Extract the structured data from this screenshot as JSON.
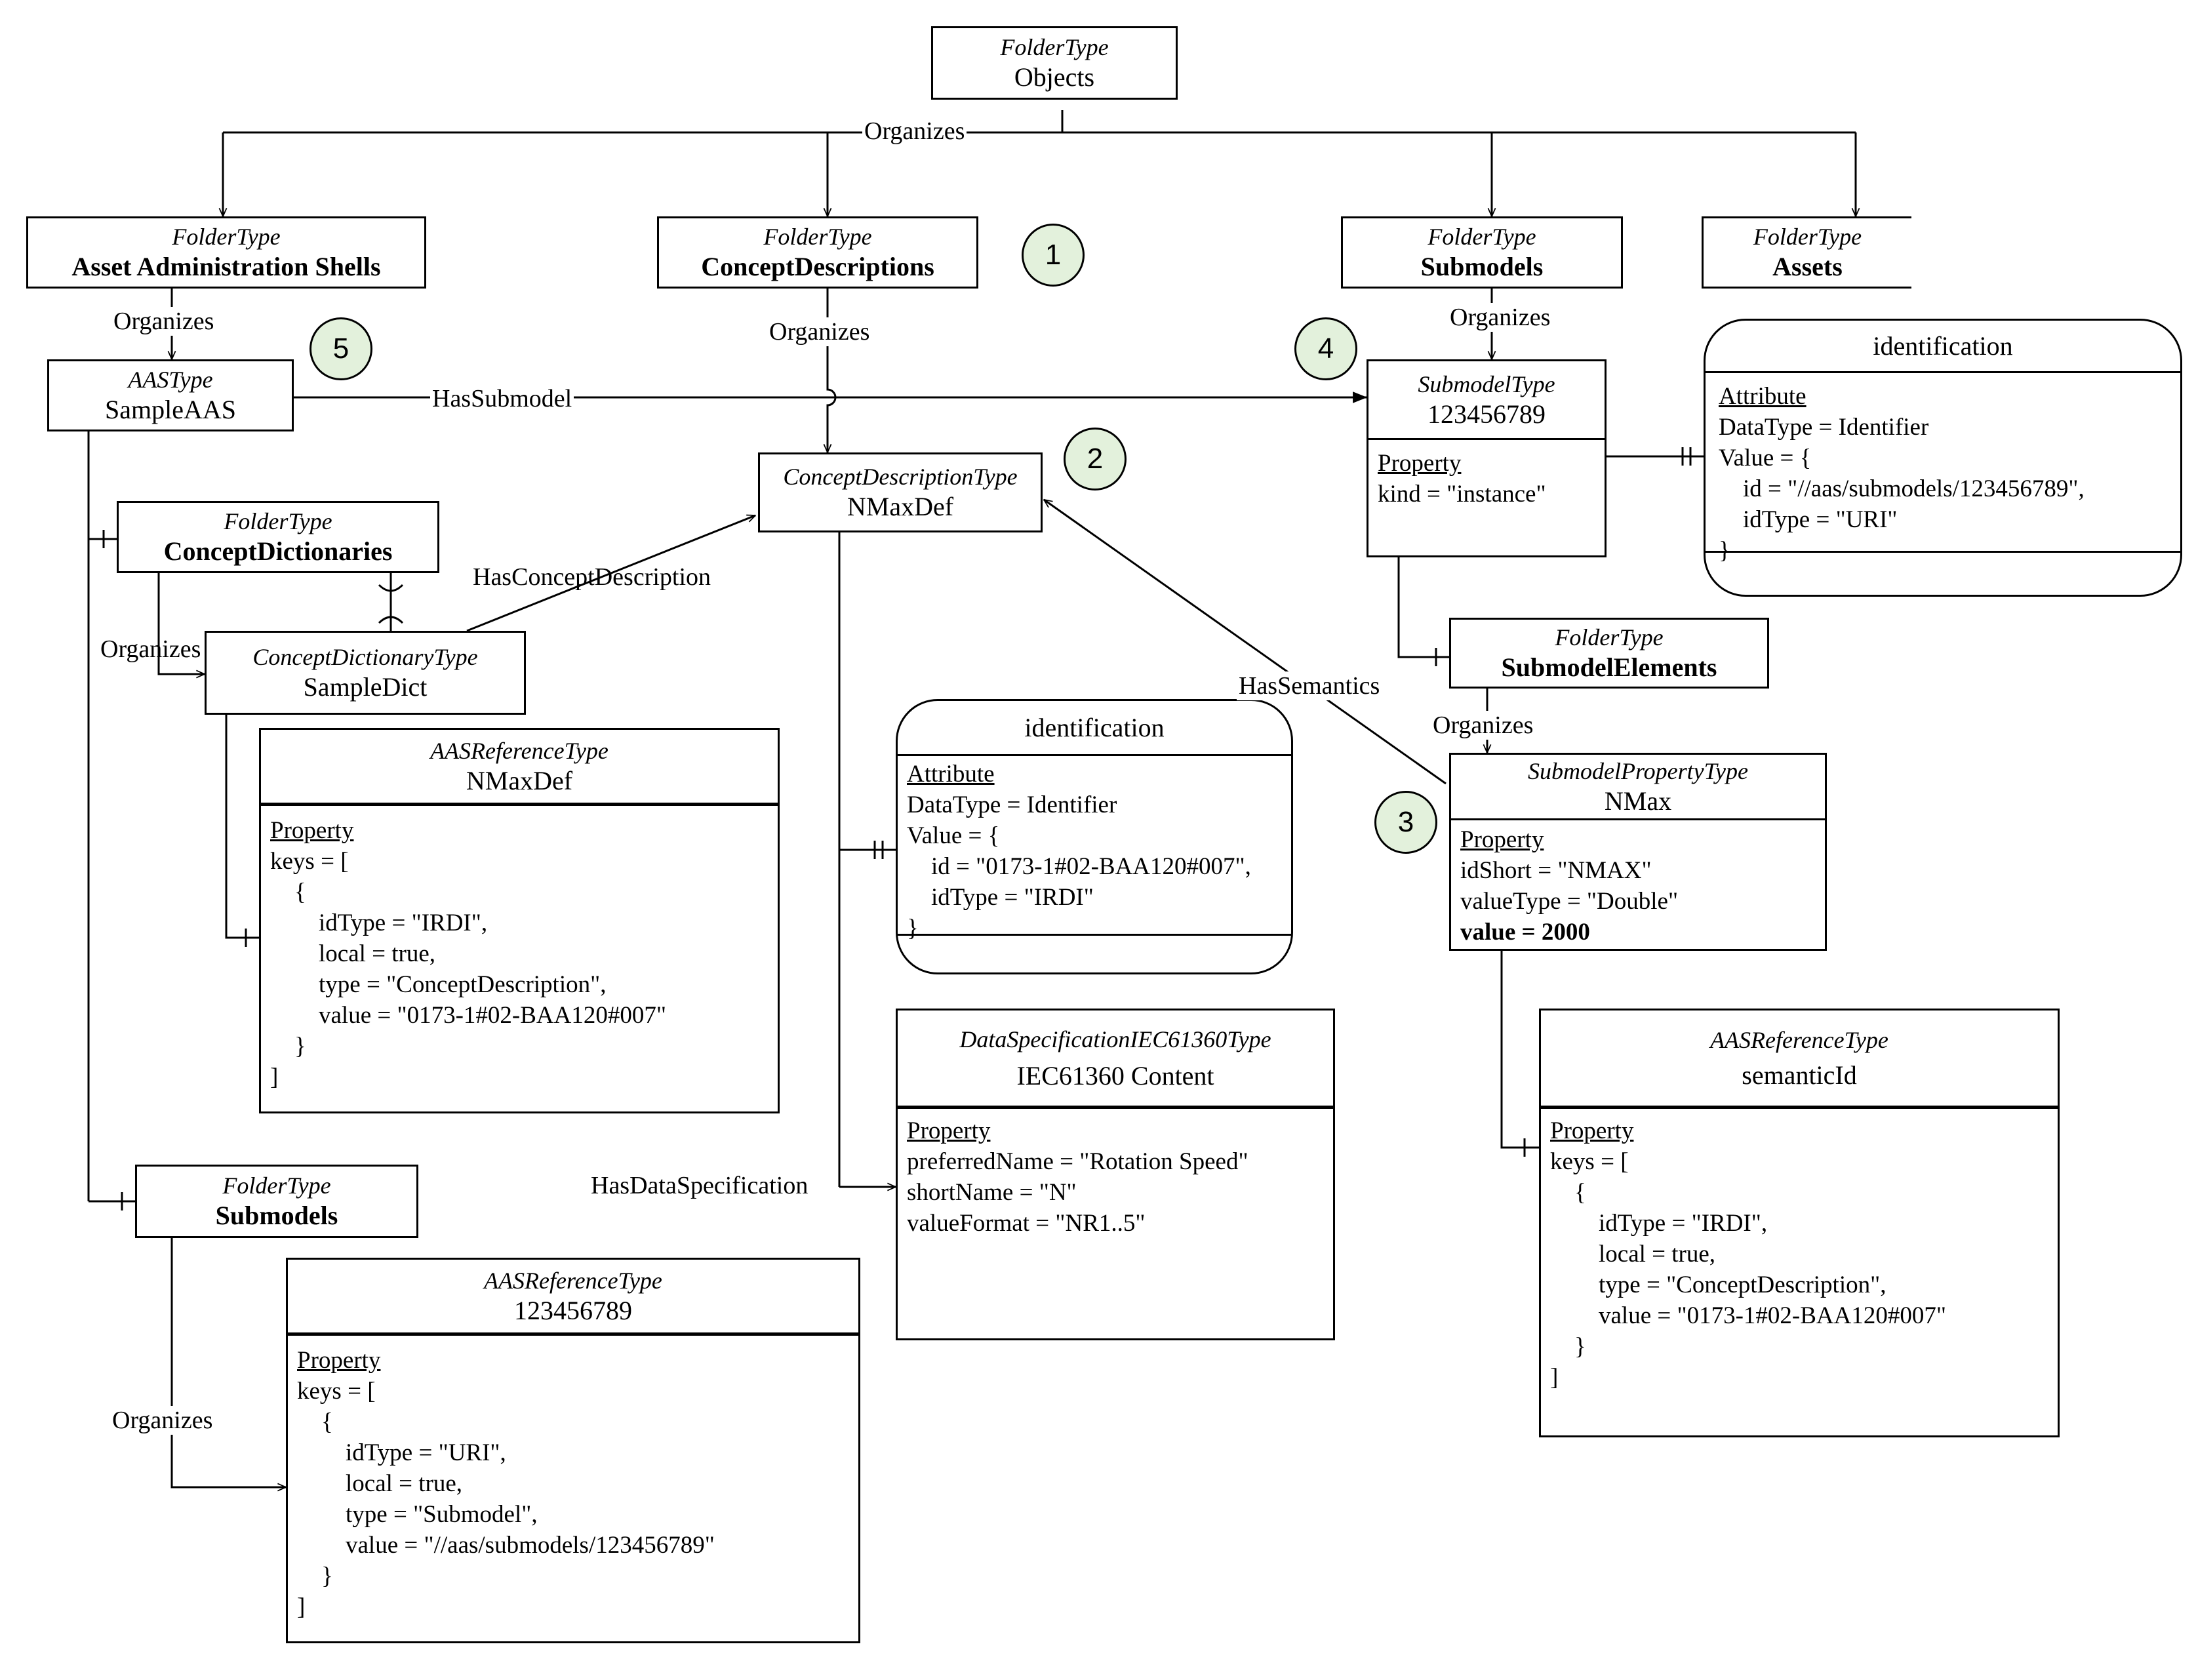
{
  "folder_type": "FolderType",
  "nodes": {
    "objects": {
      "type": "FolderType",
      "name": "Objects"
    },
    "aas_folder": {
      "type": "FolderType",
      "name": "Asset Administration Shells"
    },
    "cd_folder": {
      "type": "FolderType",
      "name": "ConceptDescriptions"
    },
    "sm_folder": {
      "type": "FolderType",
      "name": "Submodels"
    },
    "assets_folder": {
      "type": "FolderType",
      "name": "Assets"
    },
    "sample_aas": {
      "type": "AASType",
      "name": "SampleAAS"
    },
    "cdict_folder": {
      "type": "FolderType",
      "name": "ConceptDictionaries"
    },
    "sample_dict": {
      "type": "ConceptDictionaryType",
      "name": "SampleDict"
    },
    "nmaxdef": {
      "type": "ConceptDescriptionType",
      "name": "NMaxDef"
    },
    "submodel": {
      "type": "SubmodelType",
      "name": "123456789",
      "body": [
        "Property",
        "kind = \"instance\""
      ]
    },
    "sm_elements": {
      "type": "FolderType",
      "name": "SubmodelElements"
    },
    "nmax": {
      "type": "SubmodelPropertyType",
      "name": "NMax",
      "body": [
        "Property",
        "idShort = \"NMAX\"",
        "valueType = \"Double\"",
        "value = 2000"
      ]
    },
    "aasref_nmaxdef": {
      "type": "AASReferenceType",
      "name": "NMaxDef",
      "body": [
        "Property",
        "keys = [",
        "    {",
        "        idType = \"IRDI\",",
        "        local = true,",
        "        type = \"ConceptDescription\",",
        "        value = \"0173-1#02-BAA120#007\"",
        "    }",
        "]"
      ]
    },
    "ident_cd": {
      "title": "identification",
      "body": [
        "Attribute",
        "DataType = Identifier",
        "Value = {",
        "    id = \"0173-1#02-BAA120#007\",",
        "    idType = \"IRDI\"",
        "}"
      ]
    },
    "ident_sm": {
      "title": "identification",
      "body": [
        "Attribute",
        "DataType = Identifier",
        "Value = {",
        "    id = \"//aas/submodels/123456789\",",
        "    idType = \"URI\"",
        "}"
      ]
    },
    "ds_iec": {
      "type": "DataSpecificationIEC61360Type",
      "name": "IEC61360 Content",
      "body": [
        "Property",
        "preferredName = \"Rotation Speed\"",
        "shortName = \"N\"",
        "valueFormat = \"NR1..5\""
      ]
    },
    "aasref_semantic": {
      "type": "AASReferenceType",
      "name": "semanticId",
      "body": [
        "Property",
        "keys = [",
        "    {",
        "        idType = \"IRDI\",",
        "        local = true,",
        "        type = \"ConceptDescription\",",
        "        value = \"0173-1#02-BAA120#007\"",
        "    }",
        "]"
      ]
    },
    "aas_submodels_folder": {
      "type": "FolderType",
      "name": "Submodels"
    },
    "aasref_submodel": {
      "type": "AASReferenceType",
      "name": "123456789",
      "body": [
        "Property",
        "keys = [",
        "    {",
        "        idType = \"URI\",",
        "        local = true,",
        "        type = \"Submodel\",",
        "        value = \"//aas/submodels/123456789\"",
        "    }",
        "]"
      ]
    }
  },
  "edge_labels": {
    "organizes_top": "Organizes",
    "organizes_aas": "Organizes",
    "organizes_cd": "Organizes",
    "organizes_sm": "Organizes",
    "organizes_dict": "Organizes",
    "organizes_sme": "Organizes",
    "organizes_aassm": "Organizes",
    "has_submodel": "HasSubmodel",
    "has_concept_description": "HasConceptDescription",
    "has_semantics": "HasSemantics",
    "has_data_specification": "HasDataSpecification"
  },
  "markers": [
    "1",
    "2",
    "3",
    "4",
    "5"
  ],
  "colors": {
    "marker_fill": "#e3f1dc",
    "line": "#000000"
  }
}
